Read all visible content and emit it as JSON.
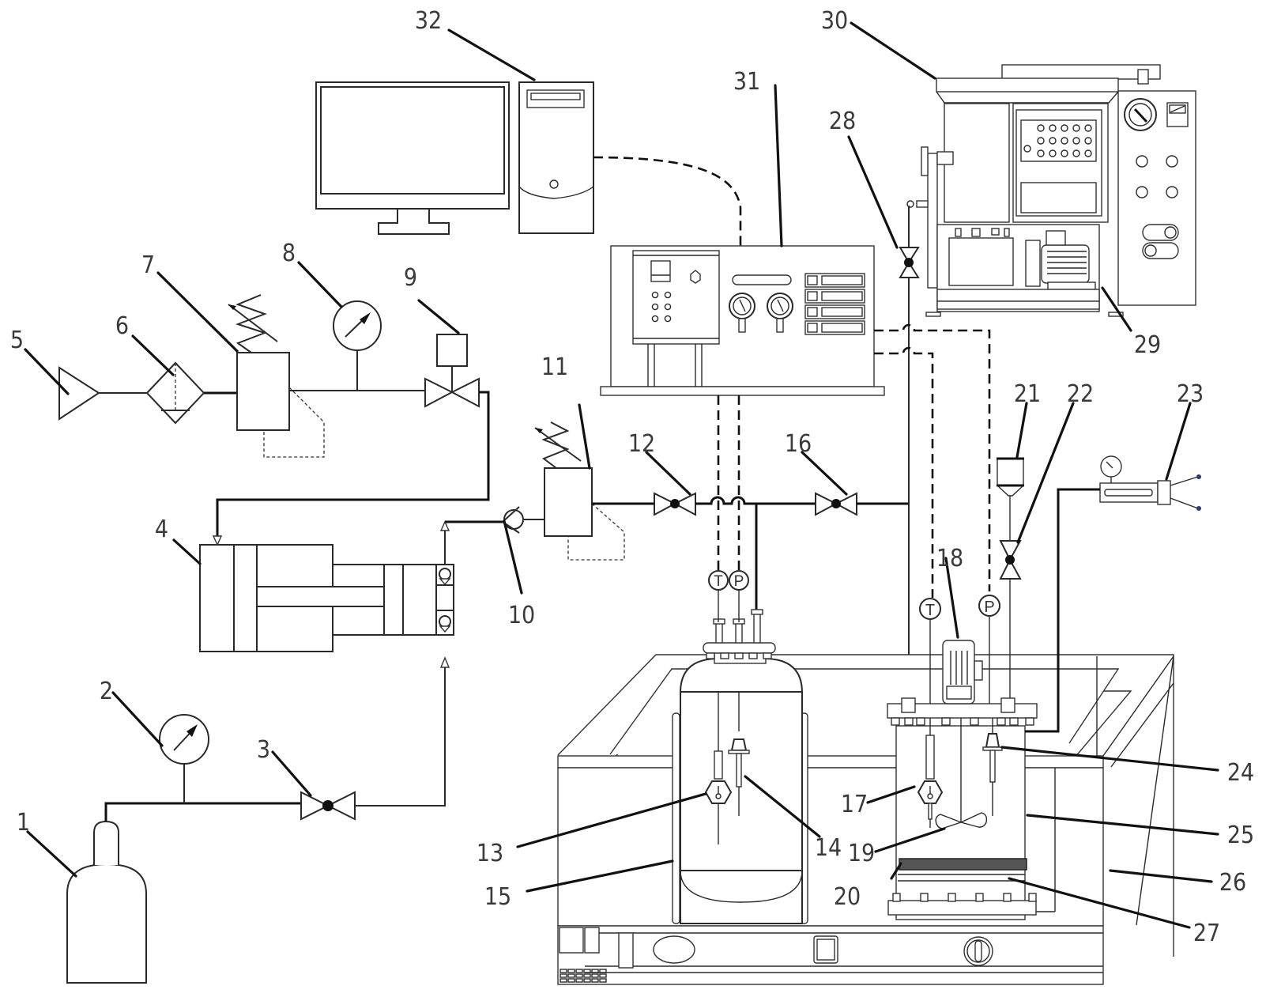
{
  "figure": {
    "title": "High-pressure gas injection reaction test apparatus schematic",
    "line_styles": {
      "solid": "gas/fluid pipeline",
      "dashed": "signal / data cable"
    },
    "instrument_symbols": {
      "temperature": "T",
      "pressure": "P"
    }
  },
  "components": [
    {
      "id": "1",
      "label": "1",
      "name": "gas cylinder"
    },
    {
      "id": "2",
      "label": "2",
      "name": "pressure gauge"
    },
    {
      "id": "3",
      "label": "3",
      "name": "valve"
    },
    {
      "id": "4",
      "label": "4",
      "name": "gas booster pump"
    },
    {
      "id": "5",
      "label": "5",
      "name": "air source"
    },
    {
      "id": "6",
      "label": "6",
      "name": "filter"
    },
    {
      "id": "7",
      "label": "7",
      "name": "pressure regulating valve"
    },
    {
      "id": "8",
      "label": "8",
      "name": "pressure gauge"
    },
    {
      "id": "9",
      "label": "9",
      "name": "solenoid valve"
    },
    {
      "id": "10",
      "label": "10",
      "name": "check valve"
    },
    {
      "id": "11",
      "label": "11",
      "name": "pressure reducing valve"
    },
    {
      "id": "12",
      "label": "12",
      "name": "valve"
    },
    {
      "id": "13",
      "label": "13",
      "name": "temperature sensor"
    },
    {
      "id": "14",
      "label": "14",
      "name": "pressure sensor"
    },
    {
      "id": "15",
      "label": "15",
      "name": "gas storage tank"
    },
    {
      "id": "16",
      "label": "16",
      "name": "valve"
    },
    {
      "id": "17",
      "label": "17",
      "name": "temperature sensor"
    },
    {
      "id": "18",
      "label": "18",
      "name": "stirring motor"
    },
    {
      "id": "19",
      "label": "19",
      "name": "stirring impeller"
    },
    {
      "id": "20",
      "label": "20",
      "name": "sample layer"
    },
    {
      "id": "21",
      "label": "21",
      "name": "liquid feed funnel"
    },
    {
      "id": "22",
      "label": "22",
      "name": "valve"
    },
    {
      "id": "23",
      "label": "23",
      "name": "flow meter"
    },
    {
      "id": "24",
      "label": "24",
      "name": "pressure sensor"
    },
    {
      "id": "25",
      "label": "25",
      "name": "reaction vessel"
    },
    {
      "id": "26",
      "label": "26",
      "name": "constant temperature water bath"
    },
    {
      "id": "27",
      "label": "27",
      "name": "porous support plate"
    },
    {
      "id": "28",
      "label": "28",
      "name": "vacuum valve"
    },
    {
      "id": "29",
      "label": "29",
      "name": "vacuum pump motor"
    },
    {
      "id": "30",
      "label": "30",
      "name": "vacuum pump unit"
    },
    {
      "id": "31",
      "label": "31",
      "name": "data acquisition controller"
    },
    {
      "id": "32",
      "label": "32",
      "name": "computer"
    }
  ],
  "sensor_tags": {
    "tank_T": "T",
    "tank_P": "P",
    "vessel_T": "T",
    "vessel_P": "P"
  }
}
